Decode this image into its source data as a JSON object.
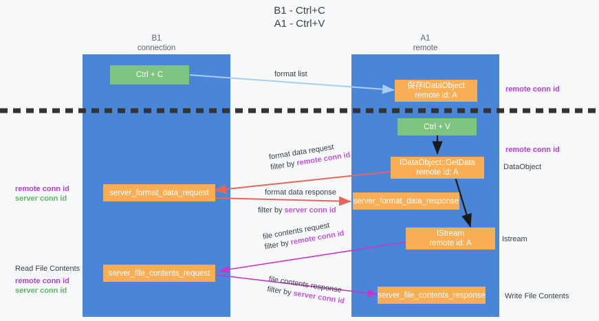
{
  "title": {
    "line1": "B1 - Ctrl+C",
    "line2": "A1 - Ctrl+V"
  },
  "columns": [
    {
      "name": "B1",
      "subtitle": "connection"
    },
    {
      "name": "A1",
      "subtitle": "remote"
    }
  ],
  "nodes": {
    "ctrl_c": "Ctrl + C",
    "ctrl_v": "Ctrl + V",
    "save_dataobject_line1": "保存IDataObject",
    "save_dataobject_line2": "remote id: A",
    "getdata_line1": "IDataObject::GetData",
    "getdata_line2": "remote id: A",
    "istream_line1": "IStream",
    "istream_line2": "remote id: A",
    "server_format_data_request": "server_format_data_request",
    "server_format_data_response": "server_format_data_response",
    "server_file_contents_request": "server_file_contents_request",
    "server_file_contents_response": "server_file_contents_response"
  },
  "edges": {
    "format_list": "format list",
    "format_data_request": "format data request",
    "format_data_request_filter_prefix": "filter by ",
    "format_data_request_filter_key": "remote conn id",
    "format_data_response": "format data response",
    "format_data_response_filter_prefix": "filter by ",
    "format_data_response_filter_key": "server conn id",
    "file_contents_request": "file contents request",
    "file_contents_request_filter_prefix": "filter by ",
    "file_contents_request_filter_key": "remote conn id",
    "file_contents_response": "file contents response",
    "file_contents_response_filter_prefix": "filter by ",
    "file_contents_response_filter_key": "server conn id"
  },
  "left_labels": {
    "mid_remote": "remote conn id",
    "mid_server": "server conn id",
    "read_file_contents": "Read File Contents",
    "bottom_remote": "remote conn id",
    "bottom_server": "server conn id"
  },
  "right_labels": {
    "top_remote": "remote conn id",
    "mid_remote": "remote conn id",
    "dataobject": "DataObject",
    "istream": "Istream",
    "write_file_contents": "Write File Contents"
  },
  "colors": {
    "lane": "#4a86d8",
    "green_node": "#7cc47f",
    "orange_node": "#f9ae55",
    "purple_key": "#b23fd0",
    "green_key": "#5cb860",
    "arrow_blue": "#a8cdee",
    "arrow_red": "#e8655c",
    "arrow_magenta": "#cc33cc",
    "arrow_black": "#1a1a1a",
    "background": "#f7f8fa"
  }
}
